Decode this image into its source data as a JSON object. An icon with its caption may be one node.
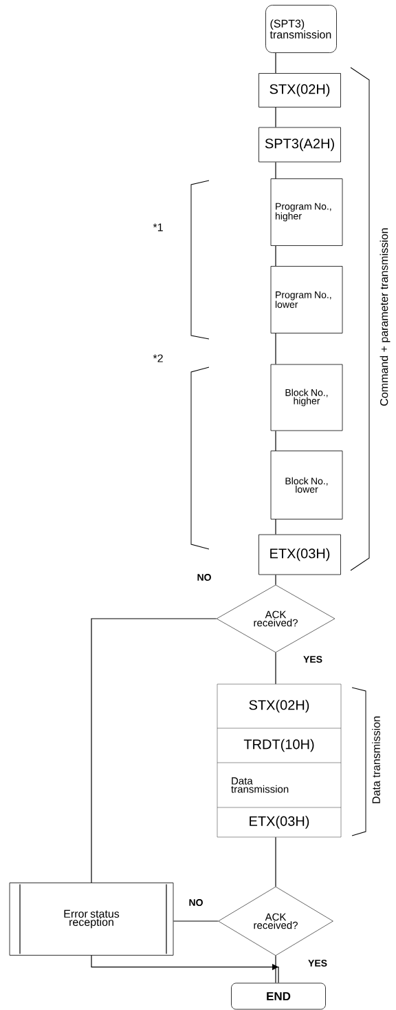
{
  "diagram": {
    "nodes": [
      {
        "text": [
          "(SPT3) transmission"
        ]
      },
      {
        "text": [
          "STX(02H)"
        ]
      },
      {
        "text": [
          "SPT3(A2H)"
        ]
      },
      {
        "text": [
          "Program No., higher"
        ]
      },
      {
        "text": [
          "Program No., lower"
        ]
      },
      {
        "text": [
          "Block No., higher"
        ]
      },
      {
        "text": [
          "Block No., lower"
        ]
      },
      {
        "text": [
          "ETX(03H)"
        ]
      },
      {
        "text": [
          "ACK received?"
        ]
      },
      {
        "text": [
          "STX(02H)",
          "TRDT(10H)",
          "Data transmission",
          "ETX(03H)"
        ]
      },
      {
        "text": [
          "ACK received?"
        ]
      },
      {
        "text": [
          "Error status reception"
        ]
      },
      {
        "text": [
          "END"
        ]
      }
    ],
    "edges": [
      {
        "from": 0,
        "to": 1,
        "arrow": "none"
      },
      {
        "from": 1,
        "to": 2,
        "arrow": "none"
      },
      {
        "from": 2,
        "to": 3,
        "arrow": "none"
      },
      {
        "from": 3,
        "to": 4,
        "arrow": "none"
      },
      {
        "from": 4,
        "to": 5,
        "arrow": "none"
      },
      {
        "from": 5,
        "to": 6,
        "arrow": "none"
      },
      {
        "from": 6,
        "to": 7,
        "arrow": "none"
      },
      {
        "from": 7,
        "to": 8,
        "arrow": "none"
      },
      {
        "from": 8,
        "to": 11,
        "arrow": "none",
        "label": "NO"
      },
      {
        "from": 8,
        "to": 9,
        "arrow": "none",
        "label": "YES"
      },
      {
        "from": 9,
        "to": 10,
        "arrow": "none"
      },
      {
        "from": 10,
        "to": 11,
        "arrow": "none",
        "label": "NO"
      },
      {
        "from": 10,
        "to": 12,
        "arrow": "none",
        "label": "YES"
      },
      {
        "from": 11,
        "to": 12,
        "arrow": "to"
      }
    ],
    "labels": [
      "*1",
      "*2",
      "Command + parameter transmission",
      "Data transmission"
    ]
  }
}
